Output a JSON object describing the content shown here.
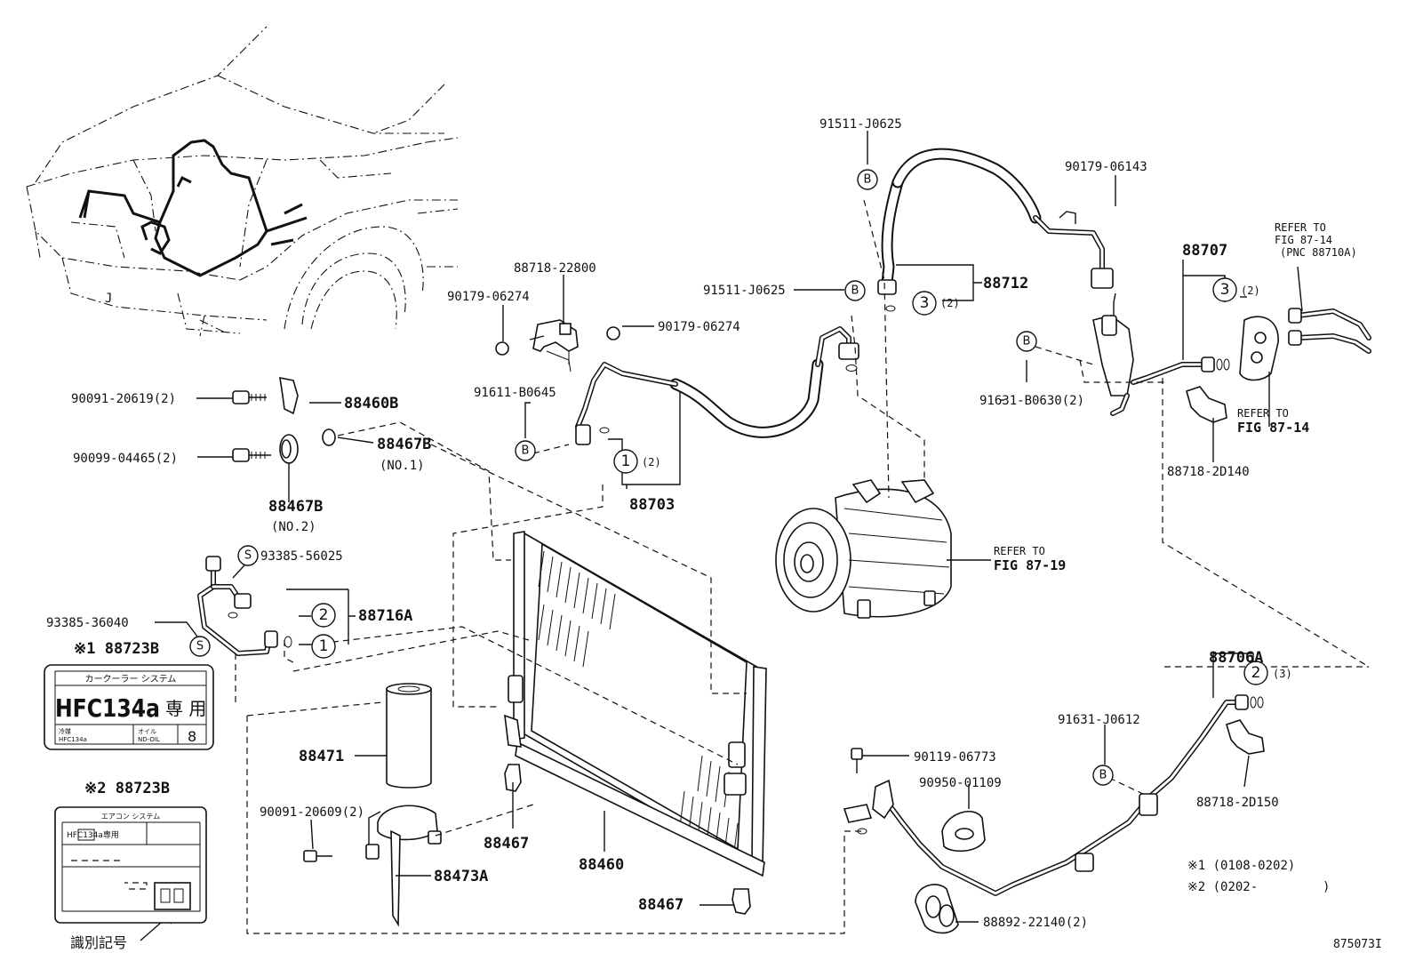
{
  "diagram_id": "875073I",
  "callouts": {
    "c1": "91511-J0625",
    "c2": "90179-06143",
    "c3": "88707",
    "c4": "REFER TO",
    "c5": "FIG 87-14",
    "c6": "(PNC 88710A)",
    "c7": "88718-22800",
    "c8": "90179-06274",
    "c9": "90179-06274",
    "c10": "91511-J0625",
    "c11": "88712",
    "c12": "(2)",
    "c13": "(2)",
    "c14": "91631-B0630(2)",
    "c15": "REFER TO",
    "c16": "FIG 87-14",
    "c17": "88718-2D140",
    "c18": "90091-20619(2)",
    "c19": "88460B",
    "c20": "91611-B0645",
    "c21": "90099-04465(2)",
    "c22": "88467B",
    "c23": "(NO.1)",
    "c24": "(2)",
    "c25": "88467B",
    "c26": "(NO.2)",
    "c27": "88703",
    "c28": "93385-56025",
    "c29": "REFER TO",
    "c30": "FIG 87-19",
    "c31": "88716A",
    "c32": "93385-36040",
    "c33": "※1 88723B",
    "c34": "88706A",
    "c35": "(3)",
    "c36": "91631-J0612",
    "c37": "88718-2D150",
    "c38": "88471",
    "c39": "90119-06773",
    "c40": "90950-01109",
    "c41": "※2 88723B",
    "c42": "90091-20609(2)",
    "c43": "88467",
    "c44": "88460",
    "c45": "88473A",
    "c46": "88467",
    "c47": "88892-22140(2)",
    "c48": "※1 (0108-0202)",
    "c49": "※2 (0202-",
    "c50": ")",
    "c51": "識別記号"
  },
  "markers": {
    "m_b1": "B",
    "m_b2": "B",
    "m_b3": "B",
    "m_b4": "B",
    "m_b5": "B",
    "m_s1": "S",
    "m_s2": "S",
    "m_n1": "3",
    "m_n2": "3",
    "m_n3": "1",
    "m_n4": "2",
    "m_n5": "1",
    "m_n6": "2"
  },
  "label1": {
    "header": "カークーラー システム",
    "main": "HFC134a",
    "kanji": "専 用",
    "left_top": "冷媒",
    "left_bot": "HFC134a",
    "mid_top": "オイル",
    "mid_bot": "ND-OIL",
    "num": "8"
  },
  "label2": {
    "header": "エアコン システム",
    "main": "HFC134a専用"
  }
}
